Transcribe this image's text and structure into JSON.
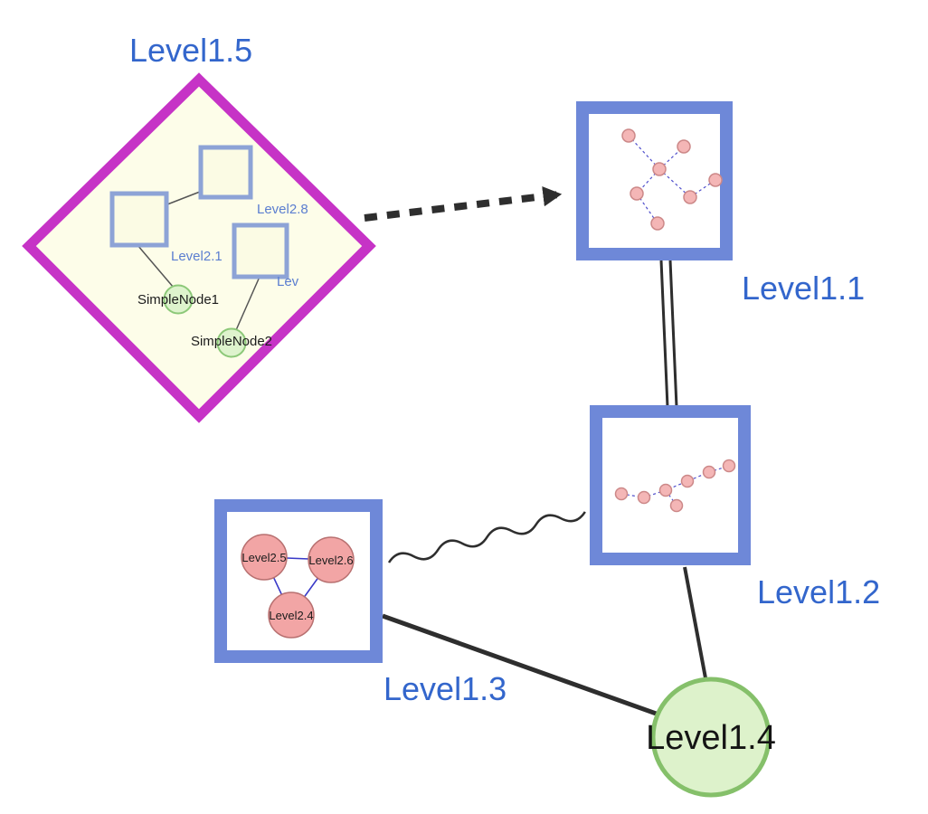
{
  "nodes": {
    "level1_5": {
      "label": "Level1.5"
    },
    "level1_1": {
      "label": "Level1.1"
    },
    "level1_2": {
      "label": "Level1.2"
    },
    "level1_3": {
      "label": "Level1.3"
    },
    "level1_4": {
      "label": "Level1.4"
    },
    "level2_8": {
      "label": "Level2.8"
    },
    "level2_1": {
      "label": "Level2.1"
    },
    "level2_x": {
      "label": "Lev"
    },
    "simple_node_1": {
      "label": "SimpleNode1"
    },
    "simple_node_2": {
      "label": "SimpleNode2"
    },
    "level2_5": {
      "label": "Level2.5"
    },
    "level2_6": {
      "label": "Level2.6"
    },
    "level2_4": {
      "label": "Level2.4"
    }
  },
  "edges": [
    {
      "from": "Level1.5",
      "to": "Level1.1",
      "style": "thick-dashed-arrow"
    },
    {
      "from": "Level1.1",
      "to": "Level1.2",
      "style": "double-line"
    },
    {
      "from": "Level1.3",
      "to": "Level1.2",
      "style": "wavy"
    },
    {
      "from": "Level1.3",
      "to": "Level1.4",
      "style": "solid"
    },
    {
      "from": "Level1.2",
      "to": "Level1.4",
      "style": "solid"
    },
    {
      "from": "Level2.8",
      "to": "Level2.1",
      "style": "thin"
    },
    {
      "from": "Level2.1",
      "to": "SimpleNode1",
      "style": "thin"
    },
    {
      "from": "Lev",
      "to": "SimpleNode2",
      "style": "thin"
    },
    {
      "from": "Level2.5",
      "to": "Level2.6",
      "style": "thin-blue"
    },
    {
      "from": "Level2.5",
      "to": "Level2.4",
      "style": "thin-blue"
    },
    {
      "from": "Level2.6",
      "to": "Level2.4",
      "style": "thin-blue"
    }
  ],
  "colors": {
    "diamond_border": "#c633c6",
    "diamond_fill": "#fdfde9",
    "box_border": "#6e88d8",
    "inner_square_border": "#8da3d6",
    "label_blue": "#3366cc",
    "inner_label_blue": "#5b7ed0",
    "green_fill": "#def3cd",
    "green_border": "#8cc878",
    "pink_fill": "#f2a5a5",
    "pink_border": "#b87070",
    "edge_dark": "#2e2e2e",
    "mini_edge_blue": "#5050cc"
  }
}
